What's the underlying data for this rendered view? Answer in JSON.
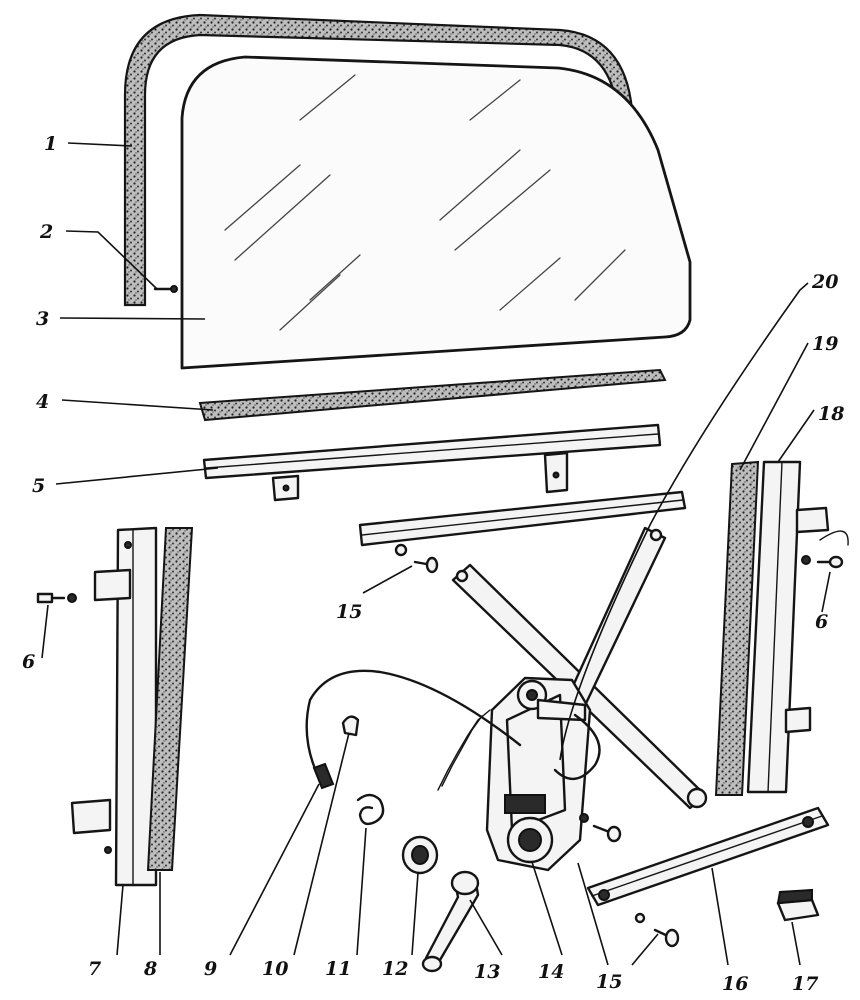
{
  "callouts": [
    {
      "id": "p1",
      "label": "1"
    },
    {
      "id": "p2",
      "label": "2"
    },
    {
      "id": "p3",
      "label": "3"
    },
    {
      "id": "p4",
      "label": "4"
    },
    {
      "id": "p5",
      "label": "5"
    },
    {
      "id": "p6a",
      "label": "6"
    },
    {
      "id": "p6b",
      "label": "6"
    },
    {
      "id": "p7",
      "label": "7"
    },
    {
      "id": "p8",
      "label": "8"
    },
    {
      "id": "p9",
      "label": "9"
    },
    {
      "id": "p10",
      "label": "10"
    },
    {
      "id": "p11",
      "label": "11"
    },
    {
      "id": "p12",
      "label": "12"
    },
    {
      "id": "p13",
      "label": "13"
    },
    {
      "id": "p14",
      "label": "14"
    },
    {
      "id": "p15a",
      "label": "15"
    },
    {
      "id": "p15b",
      "label": "15"
    },
    {
      "id": "p16",
      "label": "16"
    },
    {
      "id": "p17",
      "label": "17"
    },
    {
      "id": "p18",
      "label": "18"
    },
    {
      "id": "p19",
      "label": "19"
    },
    {
      "id": "p20",
      "label": "20"
    }
  ]
}
